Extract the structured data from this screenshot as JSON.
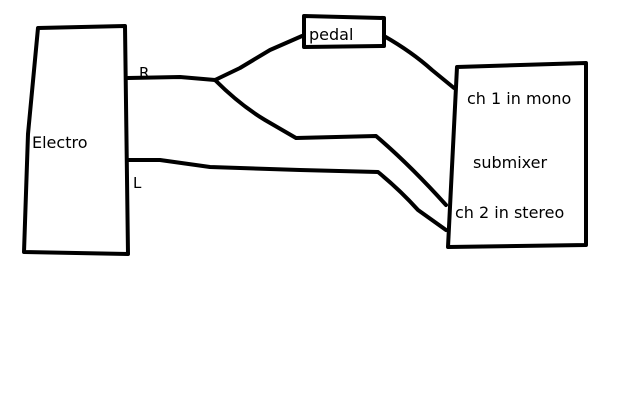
{
  "diagram": {
    "stroke_color": "#000000",
    "background": "#ffffff",
    "nodes": {
      "electro": {
        "label": "Electro"
      },
      "pedal": {
        "label": "pedal"
      },
      "submixer": {
        "label": "submixer",
        "ch1": "ch 1 in mono",
        "ch2": "ch 2 in stereo"
      }
    },
    "ports": {
      "right": "R",
      "left": "L"
    }
  }
}
